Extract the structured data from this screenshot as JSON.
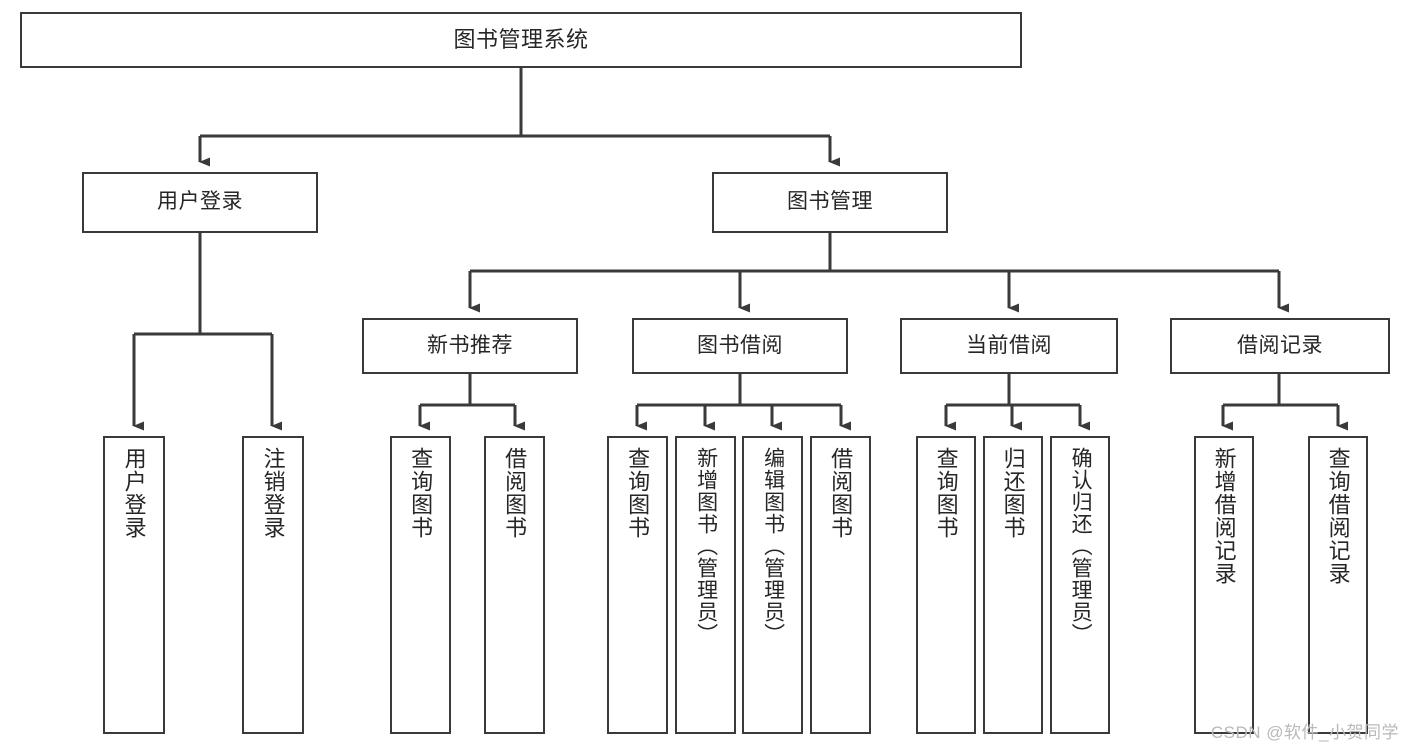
{
  "diagram": {
    "kind": "tree-hierarchy-chart",
    "title": "图书管理系统",
    "line_color": "#3a3a3a",
    "box_fill": "#ffffff",
    "text_color": "#262626",
    "watermark": "CSDN @软件_小贺同学"
  },
  "nodes": {
    "root": {
      "label": "图书管理系统"
    },
    "level2": [
      {
        "id": "user-login",
        "label": "用户登录"
      },
      {
        "id": "book-manage",
        "label": "图书管理"
      }
    ],
    "level3": [
      {
        "id": "new-book-rec",
        "label": "新书推荐"
      },
      {
        "id": "book-borrow",
        "label": "图书借阅"
      },
      {
        "id": "current-borrow",
        "label": "当前借阅"
      },
      {
        "id": "borrow-record",
        "label": "借阅记录"
      }
    ],
    "leaves": {
      "user-login": [
        {
          "id": "leaf-user-login",
          "label": "用户登录"
        },
        {
          "id": "leaf-user-logout",
          "label": "注销登录"
        }
      ],
      "new-book-rec": [
        {
          "id": "leaf-query-book-1",
          "label": "查询图书"
        },
        {
          "id": "leaf-borrow-book-1",
          "label": "借阅图书"
        }
      ],
      "book-borrow": [
        {
          "id": "leaf-query-book-2",
          "label": "查询图书"
        },
        {
          "id": "leaf-add-book",
          "label": "新增图书（管理员）"
        },
        {
          "id": "leaf-edit-book",
          "label": "编辑图书（管理员）"
        },
        {
          "id": "leaf-borrow-book-2",
          "label": "借阅图书"
        }
      ],
      "current-borrow": [
        {
          "id": "leaf-query-book-3",
          "label": "查询图书"
        },
        {
          "id": "leaf-return-book",
          "label": "归还图书"
        },
        {
          "id": "leaf-confirm-return",
          "label": "确认归还（管理员）"
        }
      ],
      "borrow-record": [
        {
          "id": "leaf-add-record",
          "label": "新增借阅记录"
        },
        {
          "id": "leaf-query-record",
          "label": "查询借阅记录"
        }
      ]
    }
  }
}
